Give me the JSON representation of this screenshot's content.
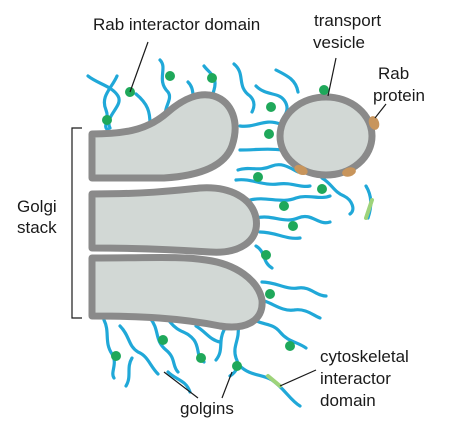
{
  "labels": {
    "rab_interactor": "Rab interactor domain",
    "transport_vesicle_1": "transport",
    "transport_vesicle_2": "vesicle",
    "rab_protein_1": "Rab",
    "rab_protein_2": "protein",
    "golgi_stack_1": "Golgi",
    "golgi_stack_2": "stack",
    "cytoskeletal_1": "cytoskeletal",
    "cytoskeletal_2": "interactor",
    "cytoskeletal_3": "domain",
    "golgins": "golgins"
  },
  "colors": {
    "golgin_fiber": "#20a8d8",
    "rab_interactor_domain": "#1fa85a",
    "cytoskeletal_interactor_domain": "#9ed37a",
    "rab_protein": "#c8955c",
    "membrane_outline": "#8a8a8a",
    "lumen": "#d2d8d5"
  }
}
